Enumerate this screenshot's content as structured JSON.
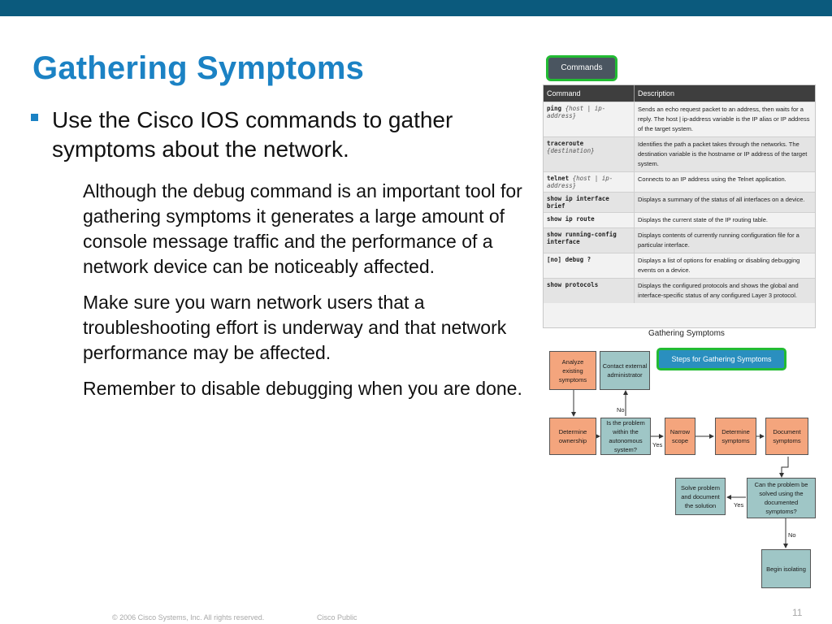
{
  "slide": {
    "title": "Gathering Symptoms",
    "bullet": "Use the Cisco IOS commands to gather symptoms about the network.",
    "subpoints": [
      "Although the debug command is an important tool for gathering symptoms it generates a large amount of console message traffic and the performance of a network device can be noticeably affected.",
      "Make sure you warn network users that a troubleshooting effort is underway and that network performance may be affected.",
      "Remember to disable debugging when you are done."
    ]
  },
  "commands": {
    "header": "Commands",
    "col_command": "Command",
    "col_description": "Description",
    "rows": [
      {
        "cmd": "ping",
        "arg": "{host | ip-address}",
        "desc": "Sends an echo request packet to an address, then waits for a reply. The host | ip-address variable is the IP alias or IP address of the target system."
      },
      {
        "cmd": "traceroute",
        "arg": "{destination}",
        "desc": "Identifies the path a packet takes through the networks. The destination variable is the hostname or IP address of the target system."
      },
      {
        "cmd": "telnet",
        "arg": "{host | ip-address}",
        "desc": "Connects to an IP address using the Telnet application."
      },
      {
        "cmd": "show ip interface brief",
        "arg": "",
        "desc": "Displays a summary of the status of all interfaces on a device."
      },
      {
        "cmd": "show ip route",
        "arg": "",
        "desc": "Displays the current state of the IP routing table."
      },
      {
        "cmd": "show running-config interface",
        "arg": "",
        "desc": "Displays contents of currently running configuration file for a particular interface."
      },
      {
        "cmd": "[no] debug ?",
        "arg": "",
        "desc": "Displays a list of options for enabling or disabling debugging events on a device."
      },
      {
        "cmd": "show protocols",
        "arg": "",
        "desc": "Displays the configured protocols and shows the global and interface-specific status of any configured Layer 3 protocol."
      }
    ]
  },
  "flowchart": {
    "caption": "Gathering Symptoms",
    "steps_label": "Steps for Gathering Symptoms",
    "nodes": {
      "analyze": "Analyze existing symptoms",
      "contact": "Contact external administrator",
      "ownership": "Determine ownership",
      "autonomous": "Is the problem within the autonomous system?",
      "narrow": "Narrow scope",
      "determine": "Determine symptoms",
      "document": "Document symptoms",
      "solve": "Solve problem and document the solution",
      "can_solve": "Can the problem be solved using the documented symptoms?",
      "isolate": "Begin isolating"
    },
    "labels": {
      "no1": "No",
      "yes1": "Yes",
      "yes2": "Yes",
      "no2": "No"
    }
  },
  "footer": {
    "copyright": "© 2006 Cisco Systems, Inc. All rights reserved.",
    "classification": "Cisco Public",
    "page_number": "11"
  }
}
